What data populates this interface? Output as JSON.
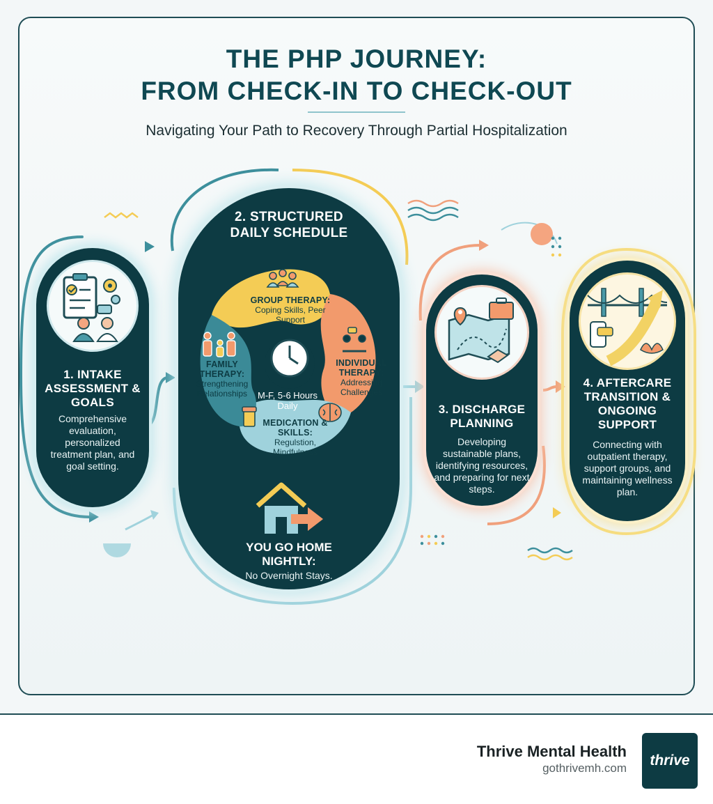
{
  "header": {
    "title_line1": "THE PHP JOURNEY:",
    "title_line2": "FROM CHECK-IN TO CHECK-OUT",
    "subtitle": "Navigating Your Path to Recovery Through Partial Hospitalization"
  },
  "steps": [
    {
      "title": "1. INTAKE ASSESSMENT & GOALS",
      "description": "Comprehensive evaluation, personalized treatment plan, and goal setting.",
      "icon": "clipboard-checklist-icon",
      "accent": "#4a9aa8"
    },
    {
      "title": "2. STRUCTURED DAILY SCHEDULE",
      "icon": "schedule-wheel-icon",
      "accent": "#2d6e7a",
      "segments": [
        {
          "title": "GROUP THERAPY:",
          "detail": "Coping Skills, Peer Support",
          "color": "#f4cc55"
        },
        {
          "title": "INDIVIDUAL THERAPY:",
          "detail": "Addressing Challenges",
          "color": "#f29a6c"
        },
        {
          "title": "MEDICATION & SKILLS:",
          "detail": "Regulstion, Mindfulness",
          "color": "#9fd2dc"
        },
        {
          "title": "FAMILY THERAPY:",
          "detail": "Strengthening Relationships",
          "color": "#3b8a97"
        }
      ],
      "clock_caption": "M-F, 5-6 Hours Daily",
      "home_title": "YOU GO HOME NIGHTLY:",
      "home_detail": "No Overnight Stays."
    },
    {
      "title": "3. DISCHARGE PLANNING",
      "description": "Developing sustainable plans, identifying resources, and preparing for next steps.",
      "icon": "map-handshake-icon",
      "accent": "#f0a07c"
    },
    {
      "title": "4. AFTERCARE TRANSITION & ONGOING SUPPORT",
      "description": "Connecting with outpatient therapy, support groups, and maintaining wellness plan.",
      "icon": "bridge-path-icon",
      "accent": "#f2d264"
    }
  ],
  "footer": {
    "brand": "Thrive Mental Health",
    "url": "gothrivemh.com",
    "logo_text": "thrive"
  },
  "colors": {
    "navy": "#0d3b43",
    "teal": "#4a9aa8",
    "coral": "#f29a6c",
    "gold": "#f4cc55",
    "sky": "#9fd2dc"
  }
}
